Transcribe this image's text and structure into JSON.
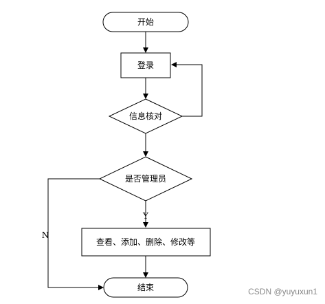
{
  "nodes": {
    "start": "开始",
    "login": "登录",
    "verify": "信息核对",
    "is_admin": "是否管理员",
    "actions": "查看、添加、删除、修改等",
    "end": "结束"
  },
  "edges": {
    "yes_label": "Y",
    "no_label": "N"
  },
  "watermark": "CSDN @yuyuxun1",
  "colors": {
    "stroke": "#000000",
    "fill": "#ffffff",
    "watermark": "#8a8a8a"
  }
}
